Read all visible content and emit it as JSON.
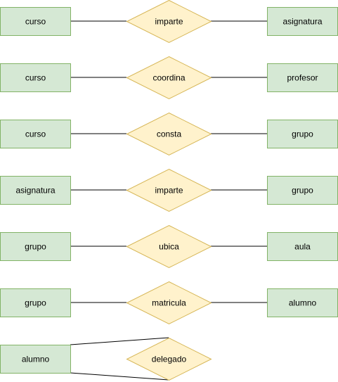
{
  "rows": [
    {
      "left": "curso",
      "relationship": "imparte",
      "right": "asignatura"
    },
    {
      "left": "curso",
      "relationship": "coordina",
      "right": "profesor"
    },
    {
      "left": "curso",
      "relationship": "consta",
      "right": "grupo"
    },
    {
      "left": "asignatura",
      "relationship": "imparte",
      "right": "grupo"
    },
    {
      "left": "grupo",
      "relationship": "ubica",
      "right": "aula"
    },
    {
      "left": "grupo",
      "relationship": "matricula",
      "right": "alumno"
    }
  ],
  "recursive": {
    "entity": "alumno",
    "relationship": "delegado"
  },
  "colors": {
    "entity_fill": "#d5e8d4",
    "entity_stroke": "#82b366",
    "relationship_fill": "#fff2cc",
    "relationship_stroke": "#d6b656"
  }
}
